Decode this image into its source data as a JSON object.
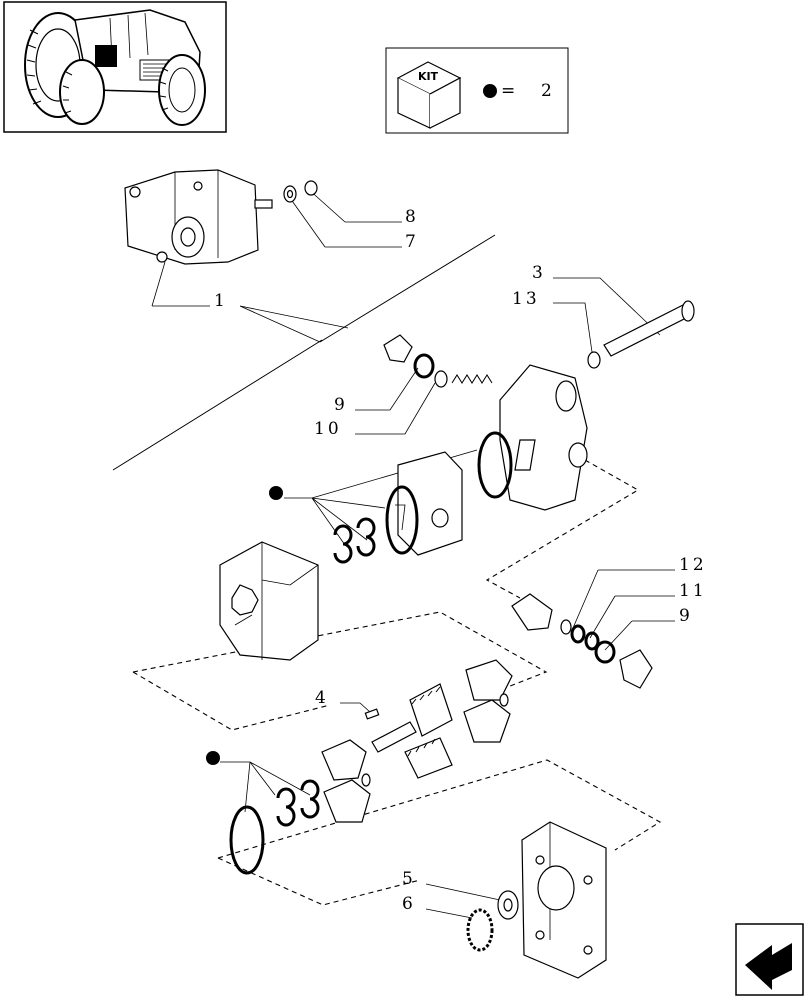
{
  "kit_legend": {
    "kit_label": "KIT",
    "equals": "=",
    "kit_ref": "2"
  },
  "callouts": {
    "c1": "1",
    "c3": "3",
    "c4": "4",
    "c5": "5",
    "c6": "6",
    "c7": "7",
    "c8": "8",
    "c9a": "9",
    "c9b": "9",
    "c10": "10",
    "c11": "11",
    "c12": "12",
    "c13": "13"
  },
  "icons": {
    "thumbnail": "tractor-location-thumbnail",
    "kit": "kit-box-icon",
    "bullet": "kit-bullet-icon",
    "nav": "next-page-arrow-icon"
  }
}
